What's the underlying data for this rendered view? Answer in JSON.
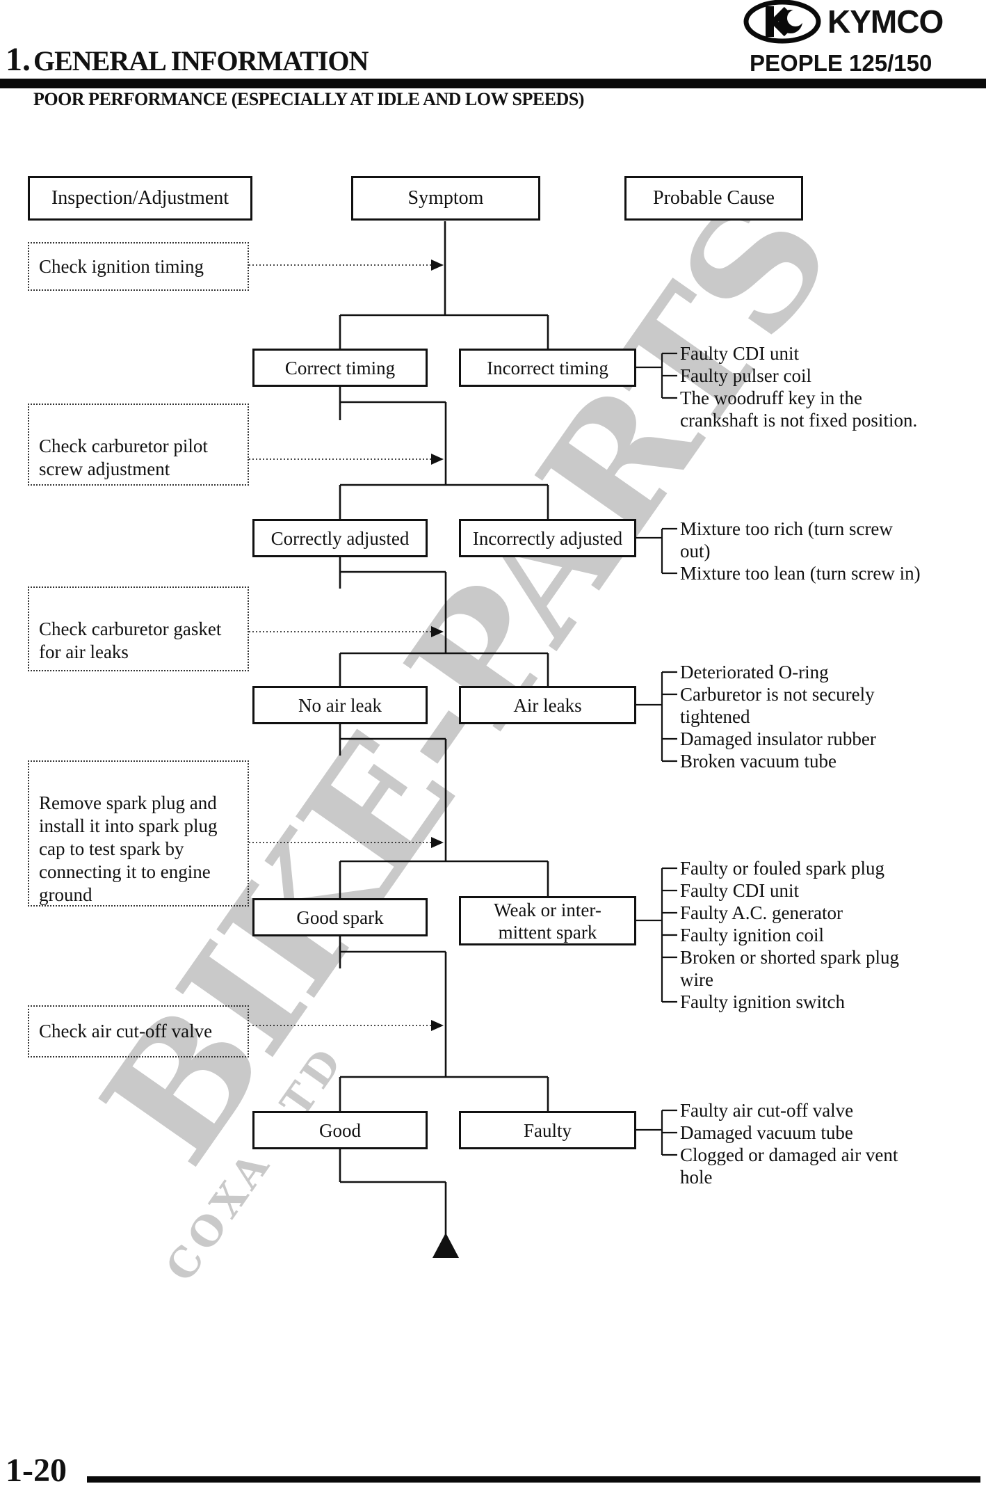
{
  "header": {
    "chapter_number": "1.",
    "chapter_title": "GENERAL INFORMATION",
    "brand": "KYMCO",
    "model": "PEOPLE 125/150",
    "section_title": "POOR PERFORMANCE (ESPECIALLY AT IDLE AND LOW SPEEDS)"
  },
  "watermark": {
    "text": "BIKE-PARTS",
    "subtext": "COXA LTD"
  },
  "icons": {
    "logo": "kymco-ellipse-emblem",
    "dotted_arrow": "right-arrowhead",
    "flow_end": "up-triangle"
  },
  "flowchart": {
    "column_headers": [
      "Inspection/Adjustment",
      "Symptom",
      "Probable Cause"
    ],
    "inspection_steps": [
      "Check ignition timing",
      "Check carburetor pilot\nscrew adjustment",
      "Check carburetor gasket\nfor air leaks",
      "Remove spark plug and\ninstall it into spark plug\ncap to test spark by\nconnecting it to engine\nground",
      "Check air cut-off valve"
    ],
    "rows": [
      {
        "left": "Correct timing",
        "right": "Incorrect timing",
        "causes": "Faulty CDI unit\nFaulty pulser coil\nThe woodruff key in the\ncrankshaft is not fixed position."
      },
      {
        "left": "Correctly adjusted",
        "right": "Incorrectly adjusted",
        "causes": "Mixture too rich (turn screw\nout)\nMixture too lean (turn screw in)"
      },
      {
        "left": "No air leak",
        "right": "Air leaks",
        "causes": "Deteriorated O-ring\nCarburetor is not securely\ntightened\nDamaged insulator rubber\nBroken vacuum tube"
      },
      {
        "left": "Good spark",
        "right": "Weak or inter-\nmittent spark",
        "causes": "Faulty or fouled spark plug\nFaulty CDI unit\nFaulty A.C. generator\nFaulty ignition coil\nBroken or shorted spark plug\nwire\nFaulty ignition switch"
      },
      {
        "left": "Good",
        "right": "Faulty",
        "causes": "Faulty air cut-off valve\nDamaged vacuum tube\nClogged or damaged air vent\nhole"
      }
    ]
  },
  "footer": {
    "page_number": "1-20"
  }
}
